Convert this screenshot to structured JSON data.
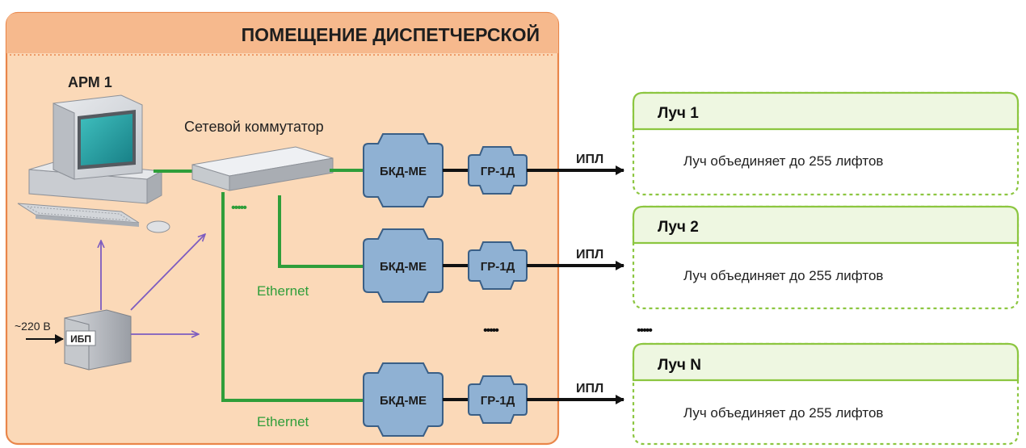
{
  "room": {
    "title": "ПОМЕЩЕНИЕ ДИСПЕТЧЕРСКОЙ"
  },
  "workstation": {
    "label": "АРМ 1"
  },
  "switch": {
    "label": "Сетевой коммутатор"
  },
  "ups": {
    "label": "ИБП",
    "power_label": "~220 В"
  },
  "ethernet_labels": [
    "Ethernet",
    "Ethernet"
  ],
  "dots": {
    "switch": "•••••",
    "mid": "•••••",
    "beams": "•••••"
  },
  "chains": [
    {
      "controller": "БКД-МЕ",
      "converter": "ГР-1Д",
      "line": "ИПЛ"
    },
    {
      "controller": "БКД-МЕ",
      "converter": "ГР-1Д",
      "line": "ИПЛ"
    },
    {
      "controller": "БКД-МЕ",
      "converter": "ГР-1Д",
      "line": "ИПЛ"
    }
  ],
  "beams": [
    {
      "title": "Луч 1",
      "desc": "Луч объединяет до 255 лифтов"
    },
    {
      "title": "Луч 2",
      "desc": "Луч объединяет до 255 лифтов"
    },
    {
      "title": "Луч N",
      "desc": "Луч объединяет до 255 лифтов"
    }
  ],
  "colors": {
    "room_fill": "#fbd9b8",
    "room_border": "#e9864a",
    "ethernet": "#2f9e3a",
    "device_fill": "#8fb1d3",
    "device_stroke": "#3a5f86",
    "power_arrow": "#7d5cc0",
    "beam_border": "#8cc640"
  }
}
